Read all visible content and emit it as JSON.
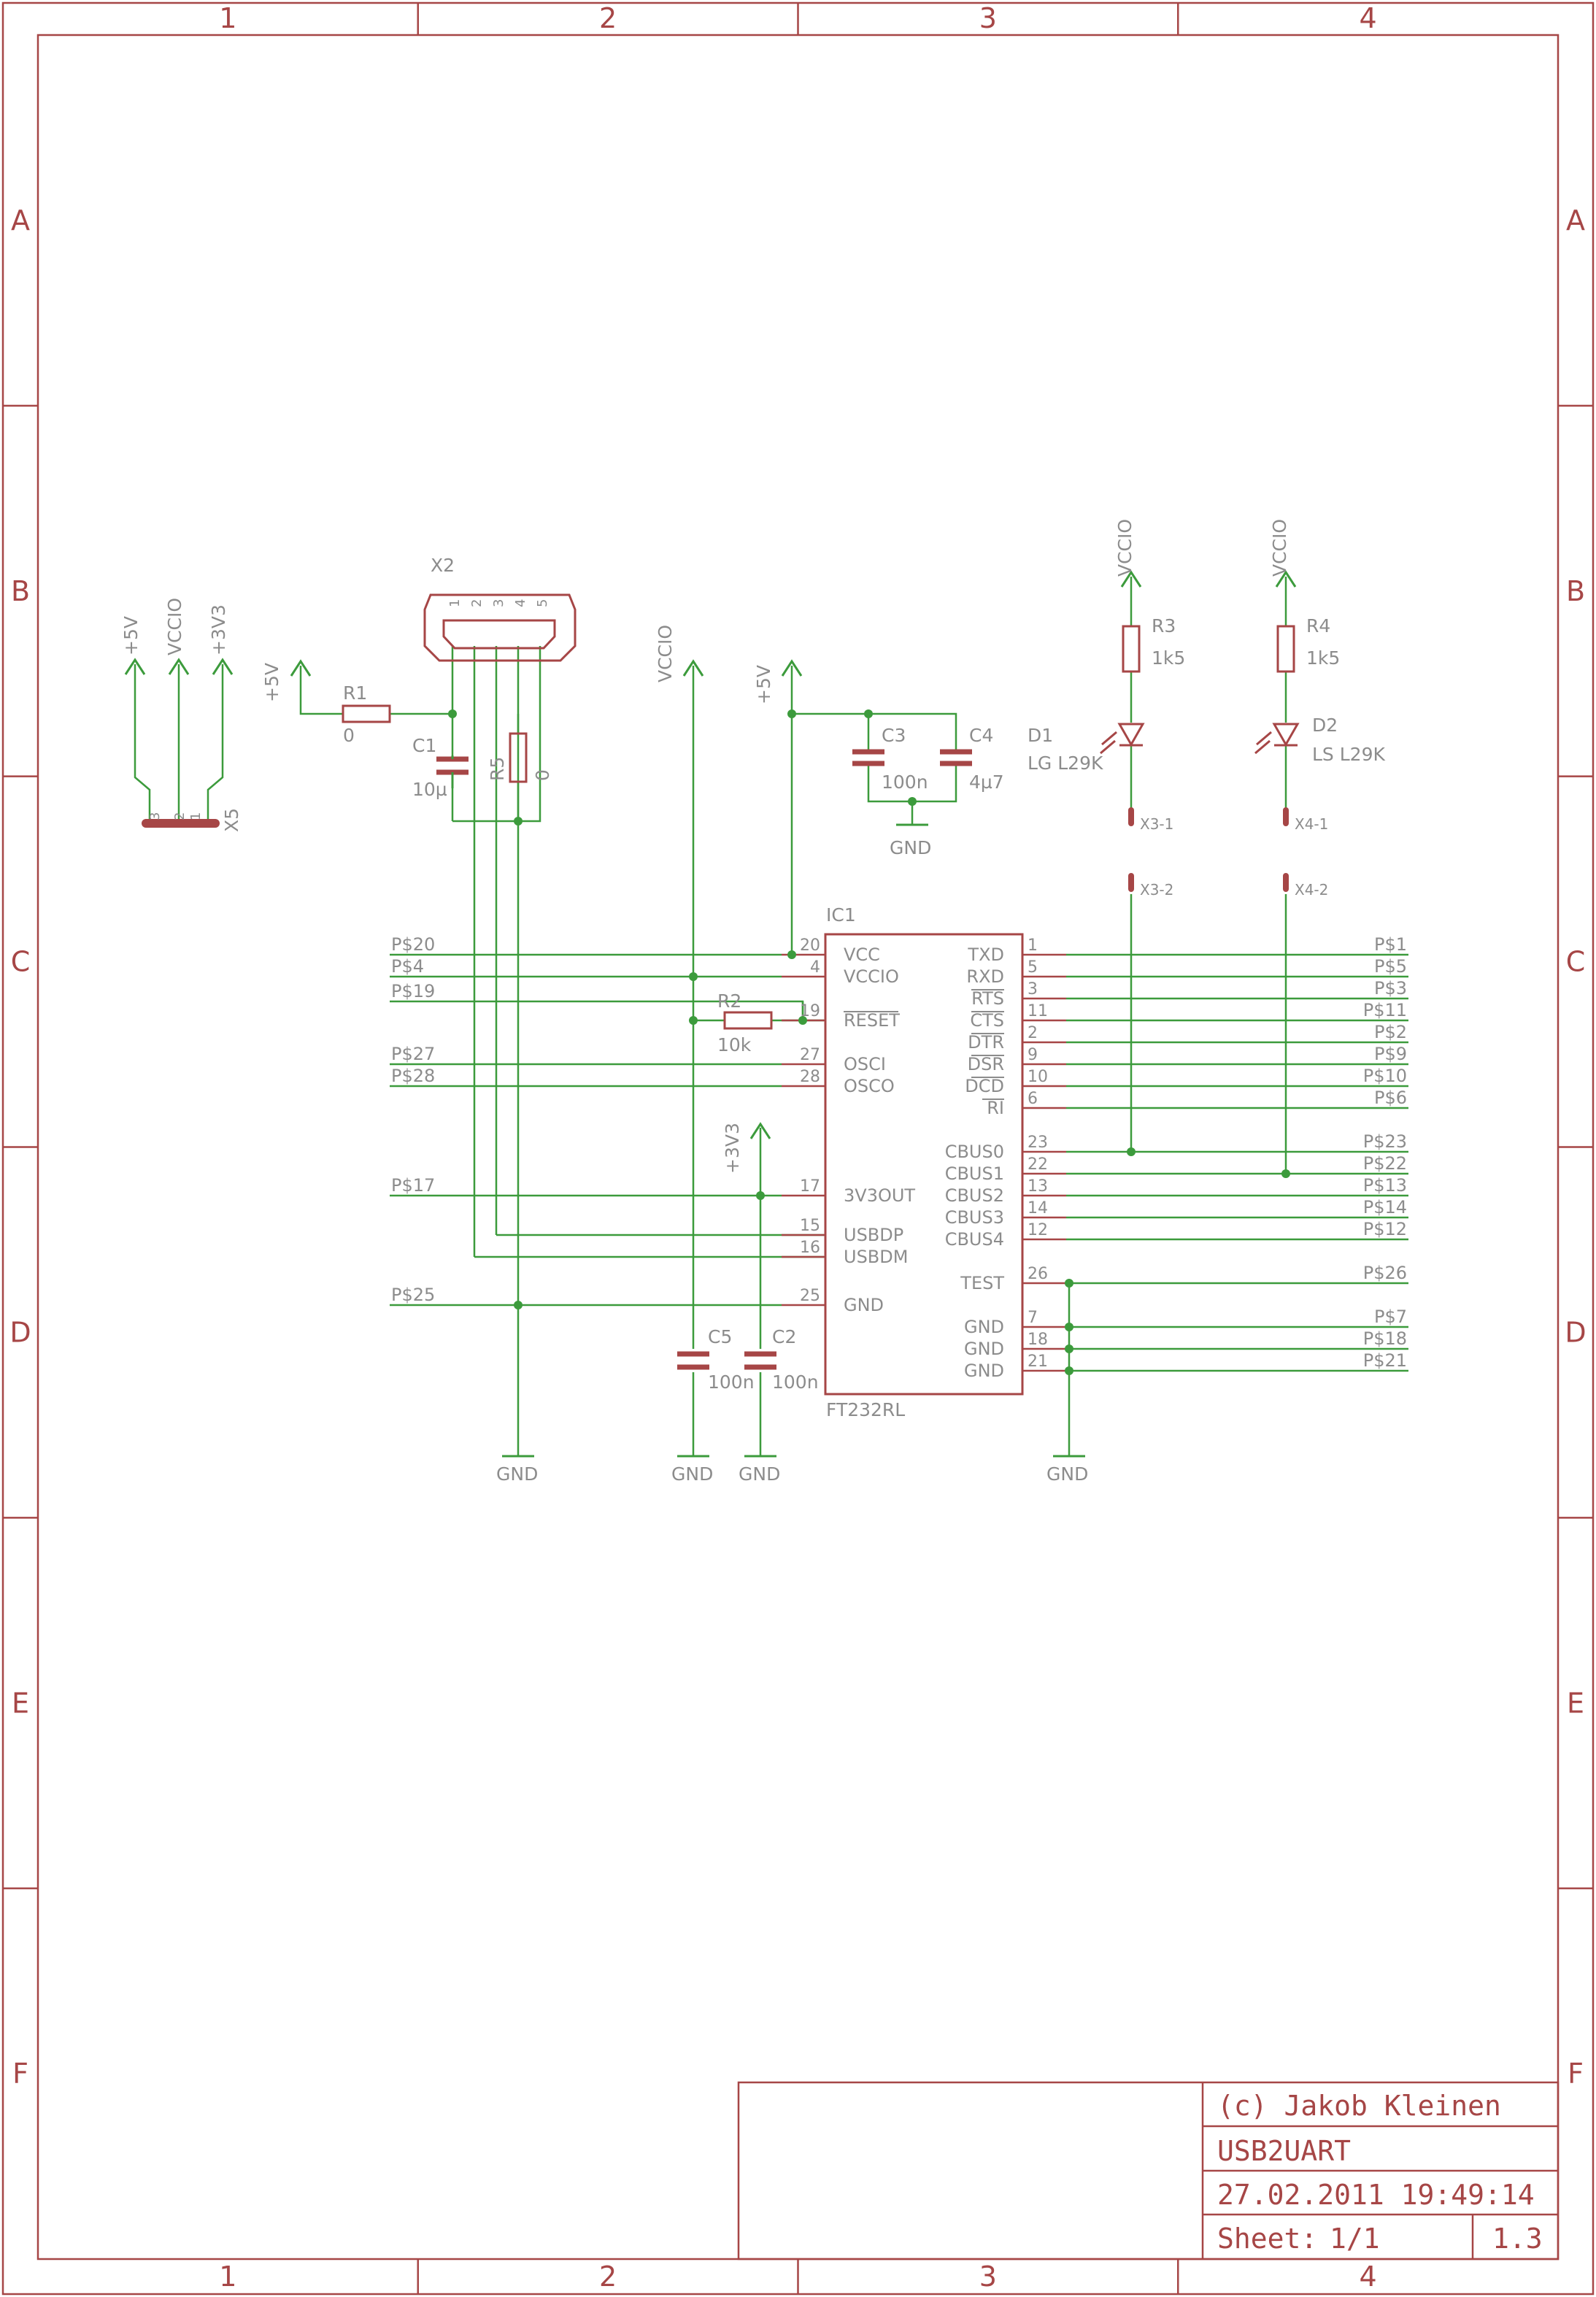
{
  "colors": {
    "frame": "#a64646",
    "symbol": "#a64646",
    "net": "#3c9b3c",
    "junction": "#3c9b3c",
    "text": "#8c8c8c",
    "background": "#ffffff"
  },
  "frame": {
    "columns": [
      "1",
      "2",
      "3",
      "4"
    ],
    "rows": [
      "A",
      "B",
      "C",
      "D",
      "E",
      "F"
    ]
  },
  "title_block": {
    "author": "(c) Jakob Kleinen",
    "title": "USB2UART",
    "timestamp": "27.02.2011 19:49:14",
    "sheet_label": "Sheet:",
    "sheet_value": "1/1",
    "revision": "1.3"
  },
  "power": {
    "p5v_x5": "+5V",
    "vccio_x5": "VCCIO",
    "p3v3_x5": "+3V3",
    "p5v_r1": "+5V",
    "vccio_mid": "VCCIO",
    "p5v_ic": "+5V",
    "vccio_r3": "VCCIO",
    "vccio_r4": "VCCIO",
    "p3v3_mid": "+3V3",
    "gnd_c3": "GND",
    "gnd_r5": "GND",
    "gnd_c5": "GND",
    "gnd_c2": "GND",
    "gnd_ic": "GND"
  },
  "parts": {
    "x5": {
      "name": "X5",
      "pins": [
        "3",
        "2",
        "1"
      ]
    },
    "x2": {
      "name": "X2",
      "pins": [
        "1",
        "2",
        "3",
        "4",
        "5"
      ]
    },
    "r1": {
      "name": "R1",
      "value": "0"
    },
    "c1": {
      "name": "C1",
      "value": "10µ"
    },
    "r5": {
      "name": "R5",
      "value": "0"
    },
    "c3": {
      "name": "C3",
      "value": "100n"
    },
    "c4": {
      "name": "C4",
      "value": "4µ7"
    },
    "r3": {
      "name": "R3",
      "value": "1k5"
    },
    "r4": {
      "name": "R4",
      "value": "1k5"
    },
    "d1": {
      "name": "D1",
      "value": "LG L29K"
    },
    "d2": {
      "name": "D2",
      "value": "LS L29K"
    },
    "x3": {
      "pin1": "X3-1",
      "pin2": "X3-2"
    },
    "x4": {
      "pin1": "X4-1",
      "pin2": "X4-2"
    },
    "r2": {
      "name": "R2",
      "value": "10k"
    },
    "c5": {
      "name": "C5",
      "value": "100n"
    },
    "c2": {
      "name": "C2",
      "value": "100n"
    },
    "ic1": {
      "name": "IC1",
      "value": "FT232RL"
    }
  },
  "ic_left_pins": [
    {
      "num": "20",
      "name": "VCC",
      "net": "P$20"
    },
    {
      "num": "4",
      "name": "VCCIO",
      "net": "P$4"
    },
    {
      "num": "19",
      "name": "RESET",
      "net": "P$19",
      "bar": true
    },
    {
      "num": "27",
      "name": "OSCI",
      "net": "P$27"
    },
    {
      "num": "28",
      "name": "OSCO",
      "net": "P$28"
    },
    {
      "num": "17",
      "name": "3V3OUT",
      "net": "P$17"
    },
    {
      "num": "15",
      "name": "USBDP",
      "net": ""
    },
    {
      "num": "16",
      "name": "USBDM",
      "net": ""
    },
    {
      "num": "25",
      "name": "GND",
      "net": "P$25"
    }
  ],
  "ic_right_pins": [
    {
      "num": "1",
      "name": "TXD",
      "net": "P$1"
    },
    {
      "num": "5",
      "name": "RXD",
      "net": "P$5"
    },
    {
      "num": "3",
      "name": "RTS",
      "net": "P$3",
      "bar": true
    },
    {
      "num": "11",
      "name": "CTS",
      "net": "P$11",
      "bar": true
    },
    {
      "num": "2",
      "name": "DTR",
      "net": "P$2",
      "bar": true
    },
    {
      "num": "9",
      "name": "DSR",
      "net": "P$9",
      "bar": true
    },
    {
      "num": "10",
      "name": "DCD",
      "net": "P$10",
      "bar": true
    },
    {
      "num": "6",
      "name": "RI",
      "net": "P$6",
      "bar": true
    },
    {
      "num": "23",
      "name": "CBUS0",
      "net": "P$23"
    },
    {
      "num": "22",
      "name": "CBUS1",
      "net": "P$22"
    },
    {
      "num": "13",
      "name": "CBUS2",
      "net": "P$13"
    },
    {
      "num": "14",
      "name": "CBUS3",
      "net": "P$14"
    },
    {
      "num": "12",
      "name": "CBUS4",
      "net": "P$12"
    },
    {
      "num": "26",
      "name": "TEST",
      "net": "P$26"
    },
    {
      "num": "7",
      "name": "GND",
      "net": "P$7"
    },
    {
      "num": "18",
      "name": "GND",
      "net": "P$18"
    },
    {
      "num": "21",
      "name": "GND",
      "net": "P$21"
    }
  ]
}
